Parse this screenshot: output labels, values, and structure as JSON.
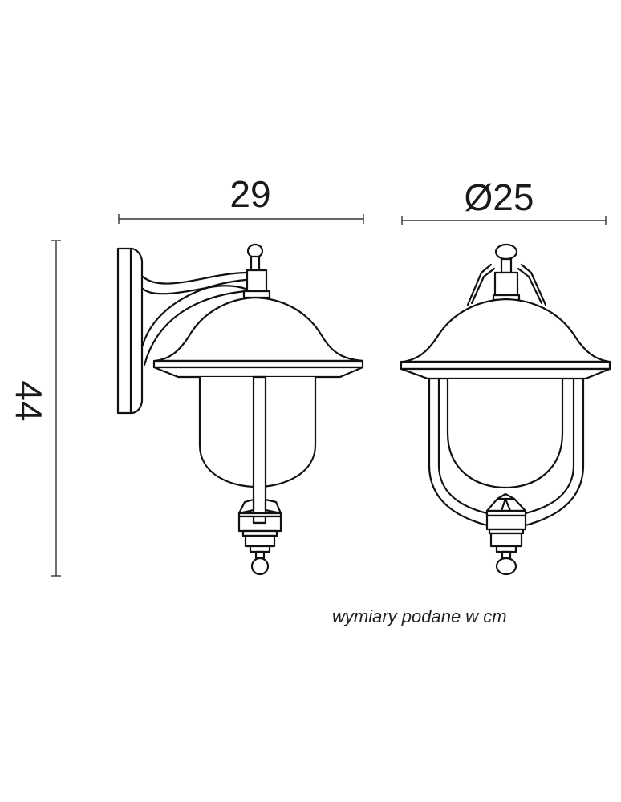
{
  "dimensions": {
    "width_label": "29",
    "diameter_label": "Ø25",
    "height_label": "44"
  },
  "note": "wymiary podane w cm"
}
